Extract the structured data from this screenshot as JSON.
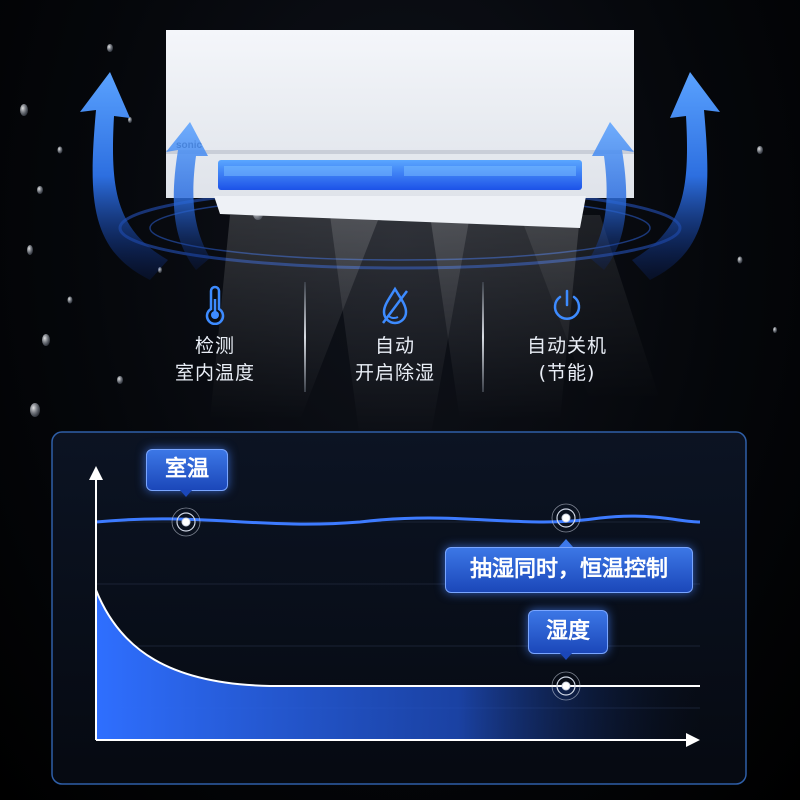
{
  "colors": {
    "accent_blue": "#2f6fff",
    "glow_blue": "#3d8bff",
    "panel_border": "#2f5fa8",
    "text": "#e9eef6"
  },
  "features": [
    {
      "icon": "thermometer-icon",
      "lines": [
        "检测",
        "室内温度"
      ]
    },
    {
      "icon": "water-drop-slash-icon",
      "lines": [
        "自动",
        "开启除湿"
      ]
    },
    {
      "icon": "power-icon",
      "lines": [
        "自动关机",
        "(节能)"
      ]
    }
  ],
  "graph": {
    "room_temp_label": "室温",
    "callout_label": "抽湿同时，恒温控制",
    "humidity_label": "湿度",
    "chart_data": {
      "type": "line",
      "series": [
        {
          "name": "室温",
          "trend": "constant"
        },
        {
          "name": "湿度",
          "trend": "decreasing-then-flat"
        }
      ]
    }
  }
}
